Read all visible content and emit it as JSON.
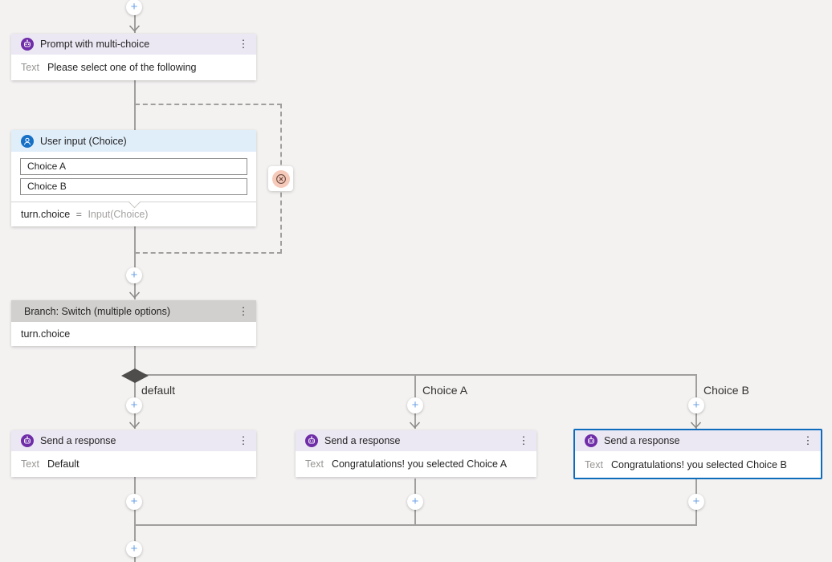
{
  "ui": {
    "plus": "+",
    "kebab": "⋮",
    "colors": {
      "canvas_bg": "#f3f2f1",
      "connector_gray": "#a19f9d",
      "selection_blue": "#0f6cbd",
      "bot_purple": "#6f2da8",
      "user_blue": "#1570c6",
      "header_lavender": "#ece8f3",
      "header_blue": "#e0eefa",
      "header_gray": "#d2d0ce",
      "cancel_salmon": "#f6cabb"
    }
  },
  "prompt_node": {
    "title": "Prompt with multi-choice",
    "field_label": "Text",
    "field_value": "Please select one of the following"
  },
  "user_input_node": {
    "title": "User input (Choice)",
    "choices": [
      "Choice A",
      "Choice B"
    ],
    "assignment": {
      "variable": "turn.choice",
      "operator": "=",
      "value": "Input(Choice)"
    }
  },
  "branch_node": {
    "title": "Branch: Switch (multiple options)",
    "condition": "turn.choice"
  },
  "branches": [
    {
      "label": "default"
    },
    {
      "label": "Choice A"
    },
    {
      "label": "Choice B"
    }
  ],
  "response_nodes": [
    {
      "title": "Send a response",
      "field_label": "Text",
      "field_value": "Default"
    },
    {
      "title": "Send a response",
      "field_label": "Text",
      "field_value": "Congratulations! you selected Choice A"
    },
    {
      "title": "Send a response",
      "field_label": "Text",
      "field_value": "Congratulations! you selected Choice B"
    }
  ]
}
